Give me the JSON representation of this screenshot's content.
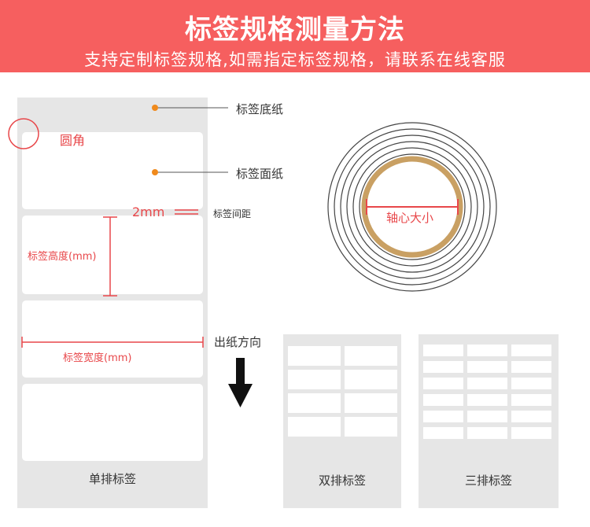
{
  "header": {
    "title": "标签规格测量方法",
    "subtitle": "支持定制标签规格,如需指定标签规格，请联系在线客服"
  },
  "single_row": {
    "backing_paper_label": "标签底纸",
    "face_paper_label": "标签面纸",
    "rounded_corner_label": "圆角",
    "gap_value": "2mm",
    "gap_label": "标签间距",
    "height_label": "标签高度(mm)",
    "width_label": "标签宽度(mm)",
    "caption": "单排标签"
  },
  "feed": {
    "direction_label": "出纸方向"
  },
  "roll": {
    "core_label": "轴心大小"
  },
  "double_row": {
    "caption": "双排标签"
  },
  "triple_row": {
    "caption": "三排标签"
  },
  "colors": {
    "banner": "#f65f5f",
    "accent_red": "#e8474a",
    "dot_orange": "#f08a1c",
    "core_gold": "#c9a063",
    "strip_gray": "#e6e6e6"
  }
}
